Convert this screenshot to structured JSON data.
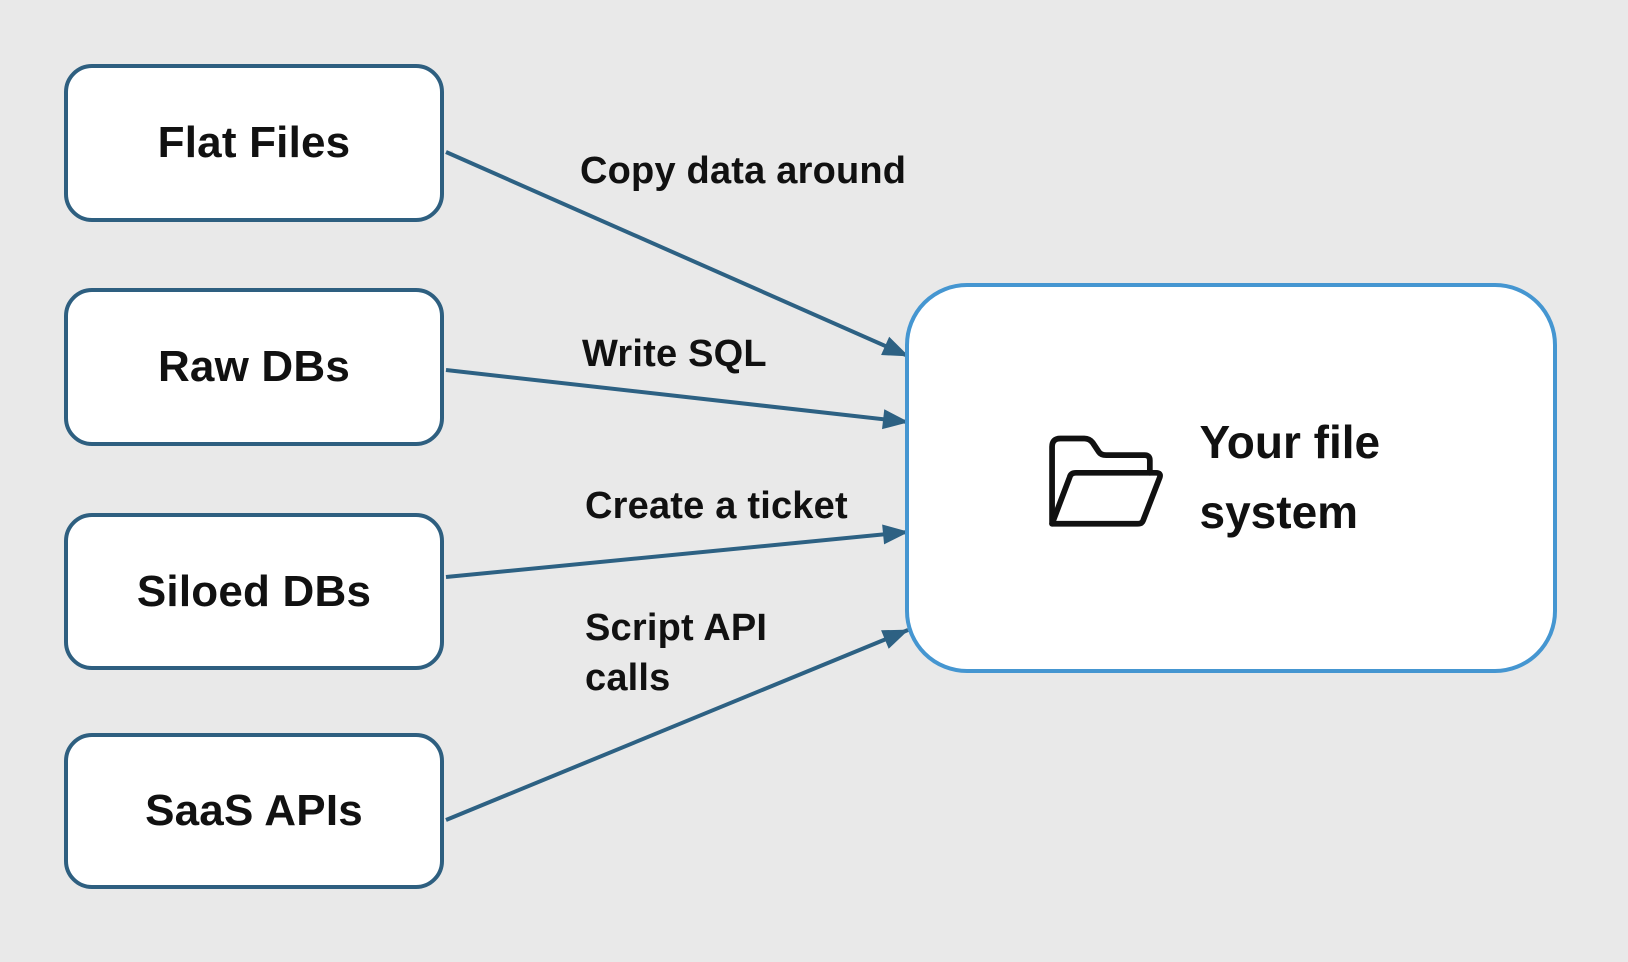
{
  "diagram": {
    "sources": [
      {
        "id": "flat-files",
        "label": "Flat Files"
      },
      {
        "id": "raw-dbs",
        "label": "Raw DBs"
      },
      {
        "id": "siloed-dbs",
        "label": "Siloed DBs"
      },
      {
        "id": "saas-apis",
        "label": "SaaS APIs"
      }
    ],
    "target": {
      "id": "your-file-system",
      "label": "Your file system",
      "icon": "open-folder-icon"
    },
    "edges": [
      {
        "from": "flat-files",
        "to": "your-file-system",
        "label": "Copy data around"
      },
      {
        "from": "raw-dbs",
        "to": "your-file-system",
        "label": "Write SQL"
      },
      {
        "from": "siloed-dbs",
        "to": "your-file-system",
        "label": "Create a ticket"
      },
      {
        "from": "saas-apis",
        "to": "your-file-system",
        "label": "Script API calls"
      }
    ],
    "colors": {
      "background": "#e9e9e9",
      "source_border": "#2e5f80",
      "target_border": "#4596d1",
      "arrow": "#2d6183",
      "text": "#111111",
      "box_fill": "#ffffff"
    }
  }
}
